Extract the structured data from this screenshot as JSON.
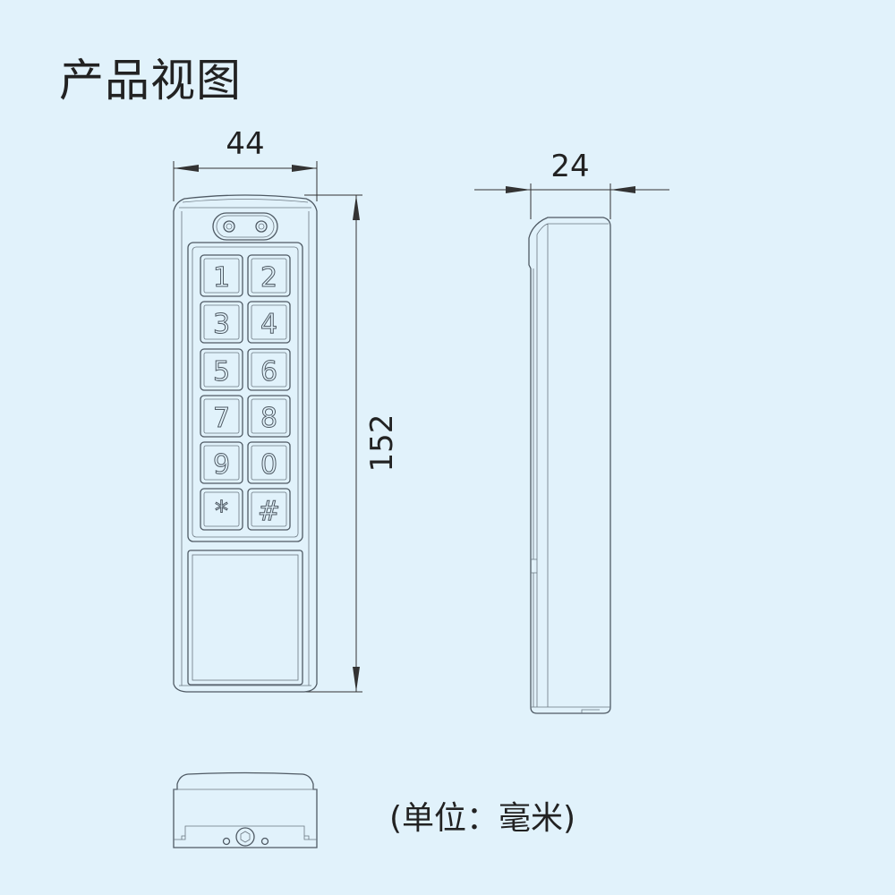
{
  "title": "产品视图",
  "unit_note": "(单位：毫米)",
  "dimensions": {
    "width": "44",
    "depth": "24",
    "height": "152"
  },
  "keypad": {
    "keys": [
      "1",
      "2",
      "3",
      "4",
      "5",
      "6",
      "7",
      "8",
      "9",
      "0",
      "*",
      "#"
    ]
  },
  "colors": {
    "background": "#e1f2fb",
    "line": "#4f5a64"
  }
}
